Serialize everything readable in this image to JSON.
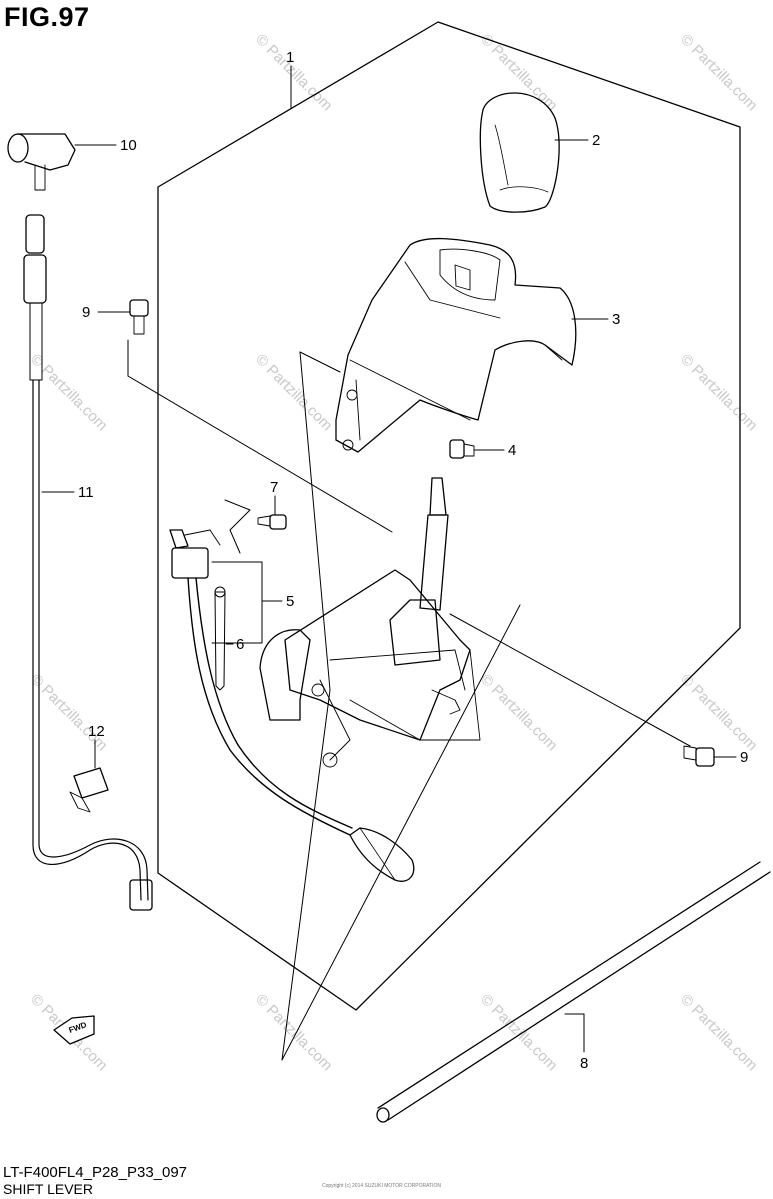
{
  "figure_label": "FIG.97",
  "model_code": "LT-F400FL4_P28_P33_097",
  "section_name": "SHIFT LEVER",
  "copyright_text": "Copyright (c) 2014 SUZUKI MOTOR CORPORATION",
  "watermark": "© Partzilla.com",
  "fwd_label": "FWD",
  "parts": [
    {
      "ref": "1"
    },
    {
      "ref": "2"
    },
    {
      "ref": "3"
    },
    {
      "ref": "4"
    },
    {
      "ref": "5"
    },
    {
      "ref": "6"
    },
    {
      "ref": "7"
    },
    {
      "ref": "8"
    },
    {
      "ref": "9"
    },
    {
      "ref": "9"
    },
    {
      "ref": "10"
    },
    {
      "ref": "11"
    },
    {
      "ref": "12"
    }
  ]
}
